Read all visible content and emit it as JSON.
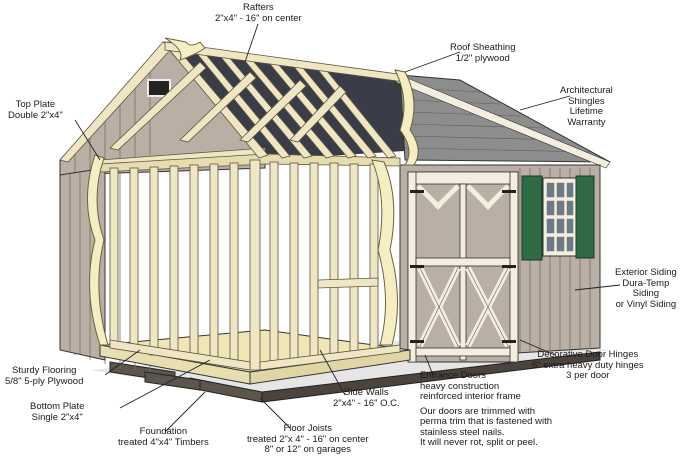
{
  "labels": {
    "rafters": {
      "line1": "Rafters",
      "line2": "2\"x4\" - 16\" on center"
    },
    "roof_sheathing": {
      "line1": "Roof Sheathing",
      "line2": "1/2\" plywood"
    },
    "shingles": {
      "line1": "Architectural",
      "line2": "Shingles",
      "line3": "Lifetime",
      "line4": "Warranty"
    },
    "top_plate": {
      "line1": "Top Plate",
      "line2": "Double 2\"x4\""
    },
    "exterior_siding": {
      "line1": "Exterior Siding",
      "line2": "Dura-Temp",
      "line3": "Siding",
      "line4": "or Vinyl Siding"
    },
    "door_hinges": {
      "line1": "Decorative Door Hinges",
      "line2": "6\" extra heavy duty hinges",
      "line3": "3 per door"
    },
    "entrance_doors": {
      "line1": "Entrance Doors",
      "line2": "heavy construction",
      "line3": "reinforced interior frame",
      "line4": "Our doors are trimmed with",
      "line5": "perma trim that is fastened with",
      "line6": "stainless steel nails.",
      "line7": "It will never rot, split or peel."
    },
    "flooring": {
      "line1": "Sturdy Flooring",
      "line2": "5/8\" 5-ply Plywood"
    },
    "bottom_plate": {
      "line1": "Bottom Plate",
      "line2": "Single 2\"x4\""
    },
    "side_walls": {
      "line1": "Side Walls",
      "line2": "2\"x4\" - 16\" O.C."
    },
    "foundation": {
      "line1": "Foundation",
      "line2": "treated 4\"x4\" Timbers"
    },
    "floor_joists": {
      "line1": "Floor Joists",
      "line2": "treated 2\"x 4\" - 16\" on center",
      "line3": "8\" or 12\" on garages"
    }
  },
  "colors": {
    "siding": "#b9afa4",
    "siding_line": "#7a6f66",
    "framing": "#efe7c4",
    "framing_line": "#5e5440",
    "insulation": "#f4eec2",
    "interior_dark": "#2b2d35",
    "roof_underside": "#3a3d48",
    "shingles": "#8d8d8d",
    "shutters": "#2e6b44",
    "trim": "#f3eee0",
    "foundation": "#5c554c"
  }
}
